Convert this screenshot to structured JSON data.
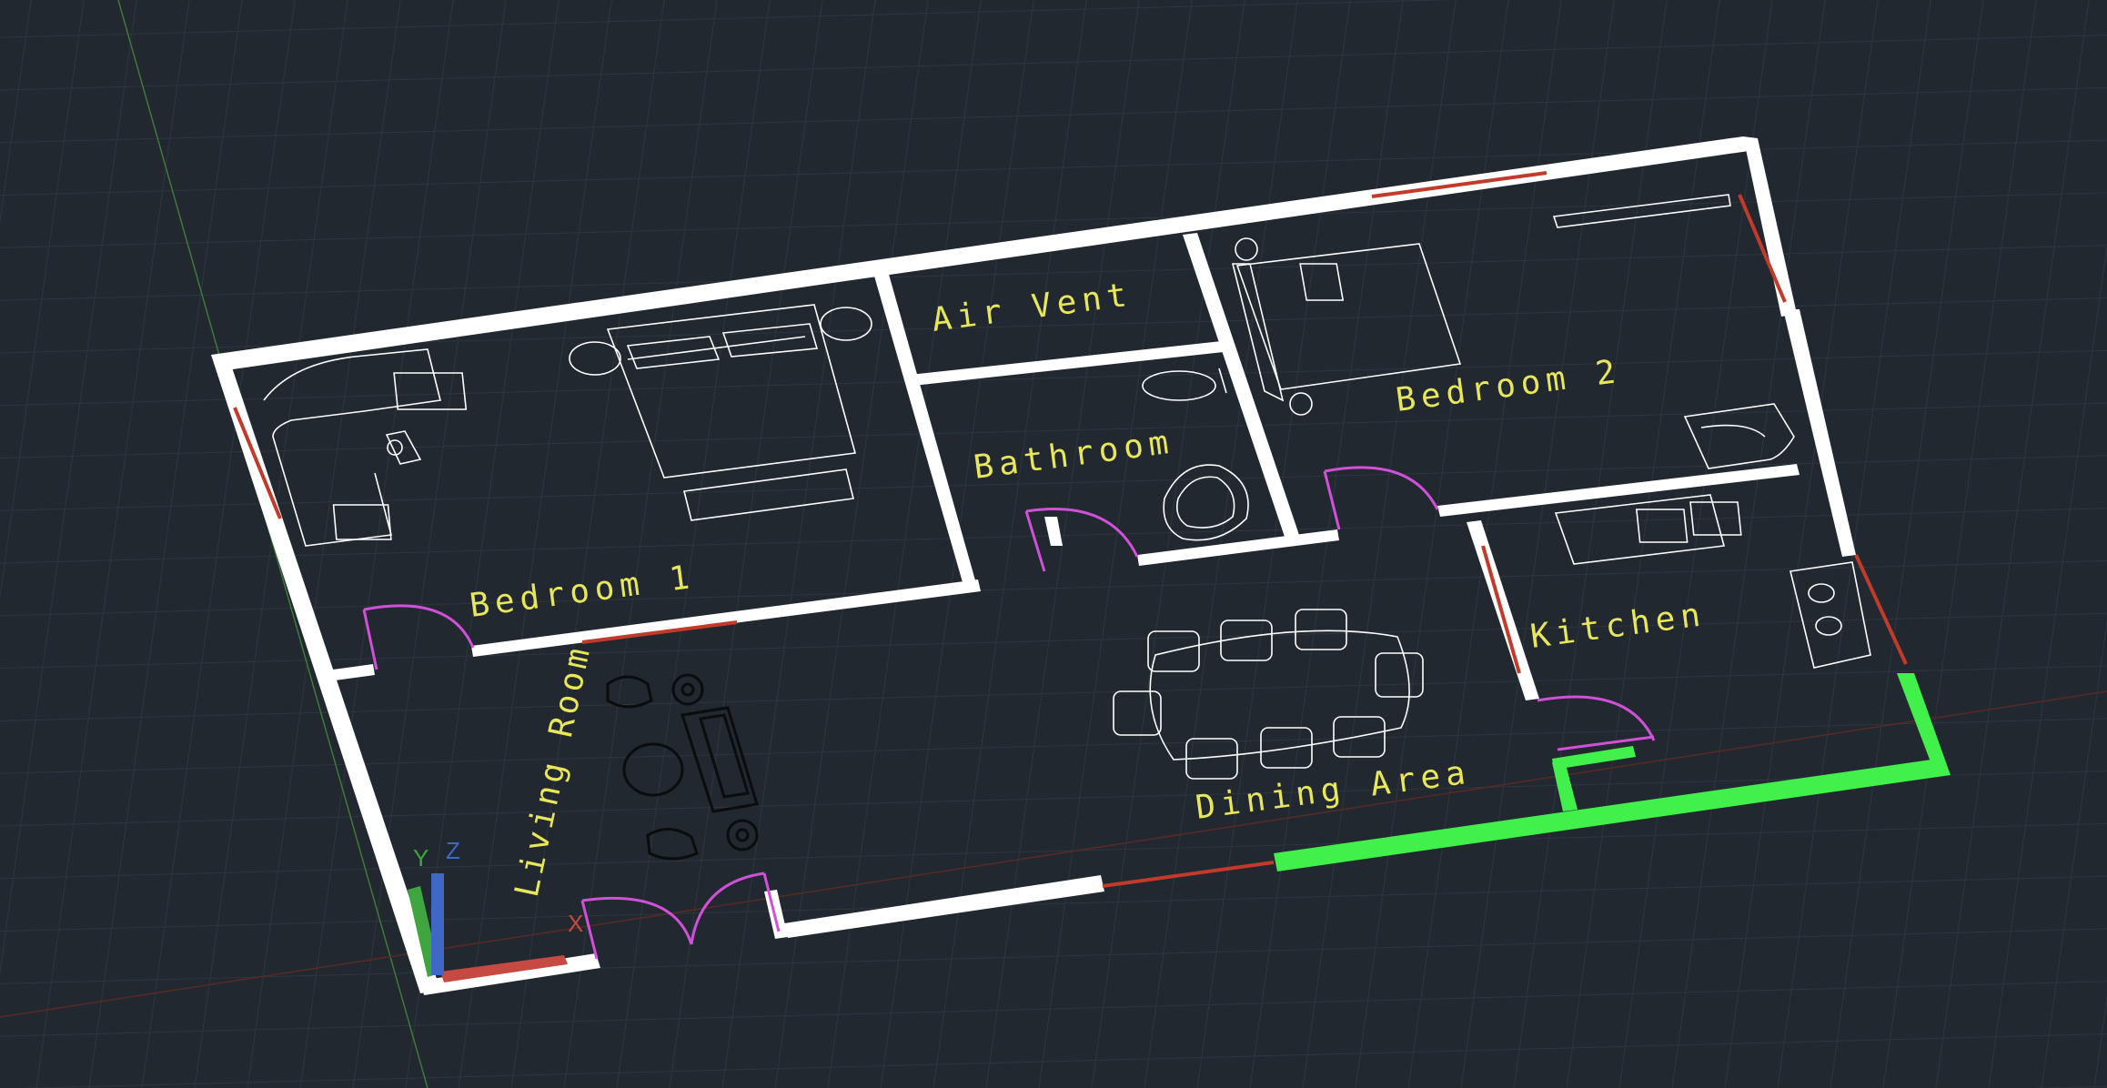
{
  "viewport": {
    "background": "#212830",
    "grid_color": "#2c343d",
    "wall_color": "#ffffff",
    "selected_wall_color": "#41f04a",
    "door_color": "#d050d8",
    "window_color": "#c23a2a",
    "text_color": "#e8e65a",
    "furniture_color": "#ffffff"
  },
  "rooms": {
    "bedroom_1": "Bedroom 1",
    "air_vent": "Air Vent",
    "bathroom": "Bathroom",
    "bedroom_2": "Bedroom 2",
    "kitchen": "Kitchen",
    "living_room": "Living Room",
    "dining_area": "Dining Area"
  },
  "ucs_icon": {
    "x_label": "X",
    "y_label": "Y",
    "z_label": "Z"
  }
}
